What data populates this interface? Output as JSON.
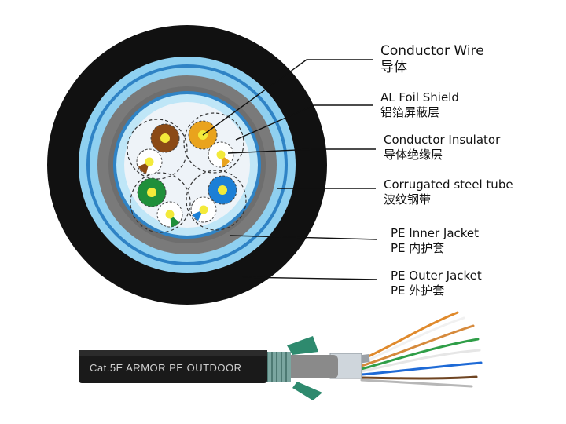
{
  "labels": {
    "conductor_wire": {
      "en": "Conductor Wire",
      "zh": "导体"
    },
    "al_foil_shield": {
      "en": "AL Foil Shield",
      "zh": "铝箔屏蔽层"
    },
    "conductor_insulator": {
      "en": "Conductor Insulator",
      "zh": "导体绝缘层"
    },
    "corrugated_steel_tube": {
      "en": "Corrugated steel tube",
      "zh": "波纹钢带"
    },
    "pe_inner_jacket": {
      "en": "PE Inner Jacket",
      "zh": "PE 内护套"
    },
    "pe_outer_jacket": {
      "en": "PE Outer Jacket",
      "zh": "PE 外护套"
    }
  },
  "cable_print": "Cat.5E ARMOR PE OUTDOOR",
  "colors": {
    "outer_jacket": "#111111",
    "steel_tube": "#8fd0f0",
    "inner_jacket": "#7d7d7d",
    "foil": "#bfe6f7",
    "core": "#eef3f8",
    "pair_brown": "#8b4a16",
    "pair_orange": "#e9a31d",
    "pair_green": "#1f8f3a",
    "pair_blue": "#1c7fd6",
    "conductor": "#f3ea3a"
  }
}
